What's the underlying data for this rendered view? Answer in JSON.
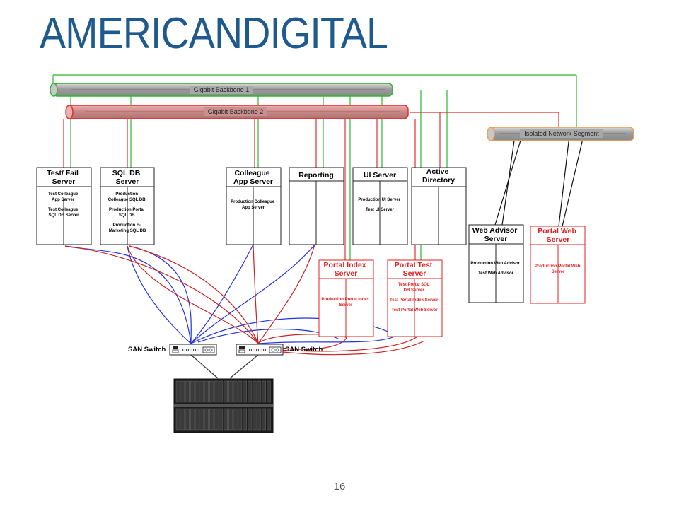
{
  "logo": {
    "text": "AMERICANDIGITAL",
    "color": "#1f5a8e"
  },
  "colors": {
    "backbone1": "#2eb82e",
    "backbone2": "#e03030",
    "black": "#111111",
    "blue": "#2233dd",
    "red": "#cc2222",
    "isolated": "#f0a050"
  },
  "backbones": {
    "b1": {
      "label": "Gigabit Backbone 1"
    },
    "b2": {
      "label": "Gigabit Backbone 2"
    },
    "iso": {
      "label": "Isolated Network Segment"
    }
  },
  "servers": {
    "testfail": {
      "title": [
        "Test/ Fail",
        "Server"
      ],
      "details": [
        "Test Colleague",
        "App Server",
        "",
        "Test Colleague",
        "SQL DB Server"
      ]
    },
    "sqldb": {
      "title": [
        "SQL DB",
        "Server"
      ],
      "details": [
        "Production",
        "Colleague SQL DB",
        "",
        "Production Portal",
        "SQL DB",
        "",
        "Production E-",
        "Marketing SQL DB"
      ]
    },
    "colleague": {
      "title": [
        "Colleague",
        "App Server"
      ],
      "details": [
        "Production Colleague",
        "App Server"
      ]
    },
    "reporting": {
      "title": [
        "Reporting"
      ],
      "details": []
    },
    "ui": {
      "title": [
        "UI Server"
      ],
      "details": [
        "Production UI Server",
        "",
        "Test UI Server"
      ]
    },
    "ad": {
      "title": [
        "Active",
        "Directory"
      ],
      "details": []
    },
    "webadvisor": {
      "title": [
        "Web Advisor",
        "Server"
      ],
      "details": [
        "Production Web Advisor",
        "",
        "Test Web Advisor"
      ]
    },
    "portalweb": {
      "title": [
        "Portal Web",
        "Server"
      ],
      "details": [
        "Production Portal Web",
        "Server"
      ]
    },
    "portalindex": {
      "title": [
        "Portal Index",
        "Server"
      ],
      "details": [
        "Production Portal Index",
        "Server"
      ]
    },
    "portaltest": {
      "title": [
        "Portal Test",
        "Server"
      ],
      "details": [
        "Test Portal SQL",
        "DB Server",
        "",
        "Test Portal Index Server",
        "",
        "Test Portal Web Server"
      ]
    }
  },
  "switches": {
    "left_label": "SAN Switch",
    "right_label": "SAN Switch"
  },
  "page_number": "16"
}
